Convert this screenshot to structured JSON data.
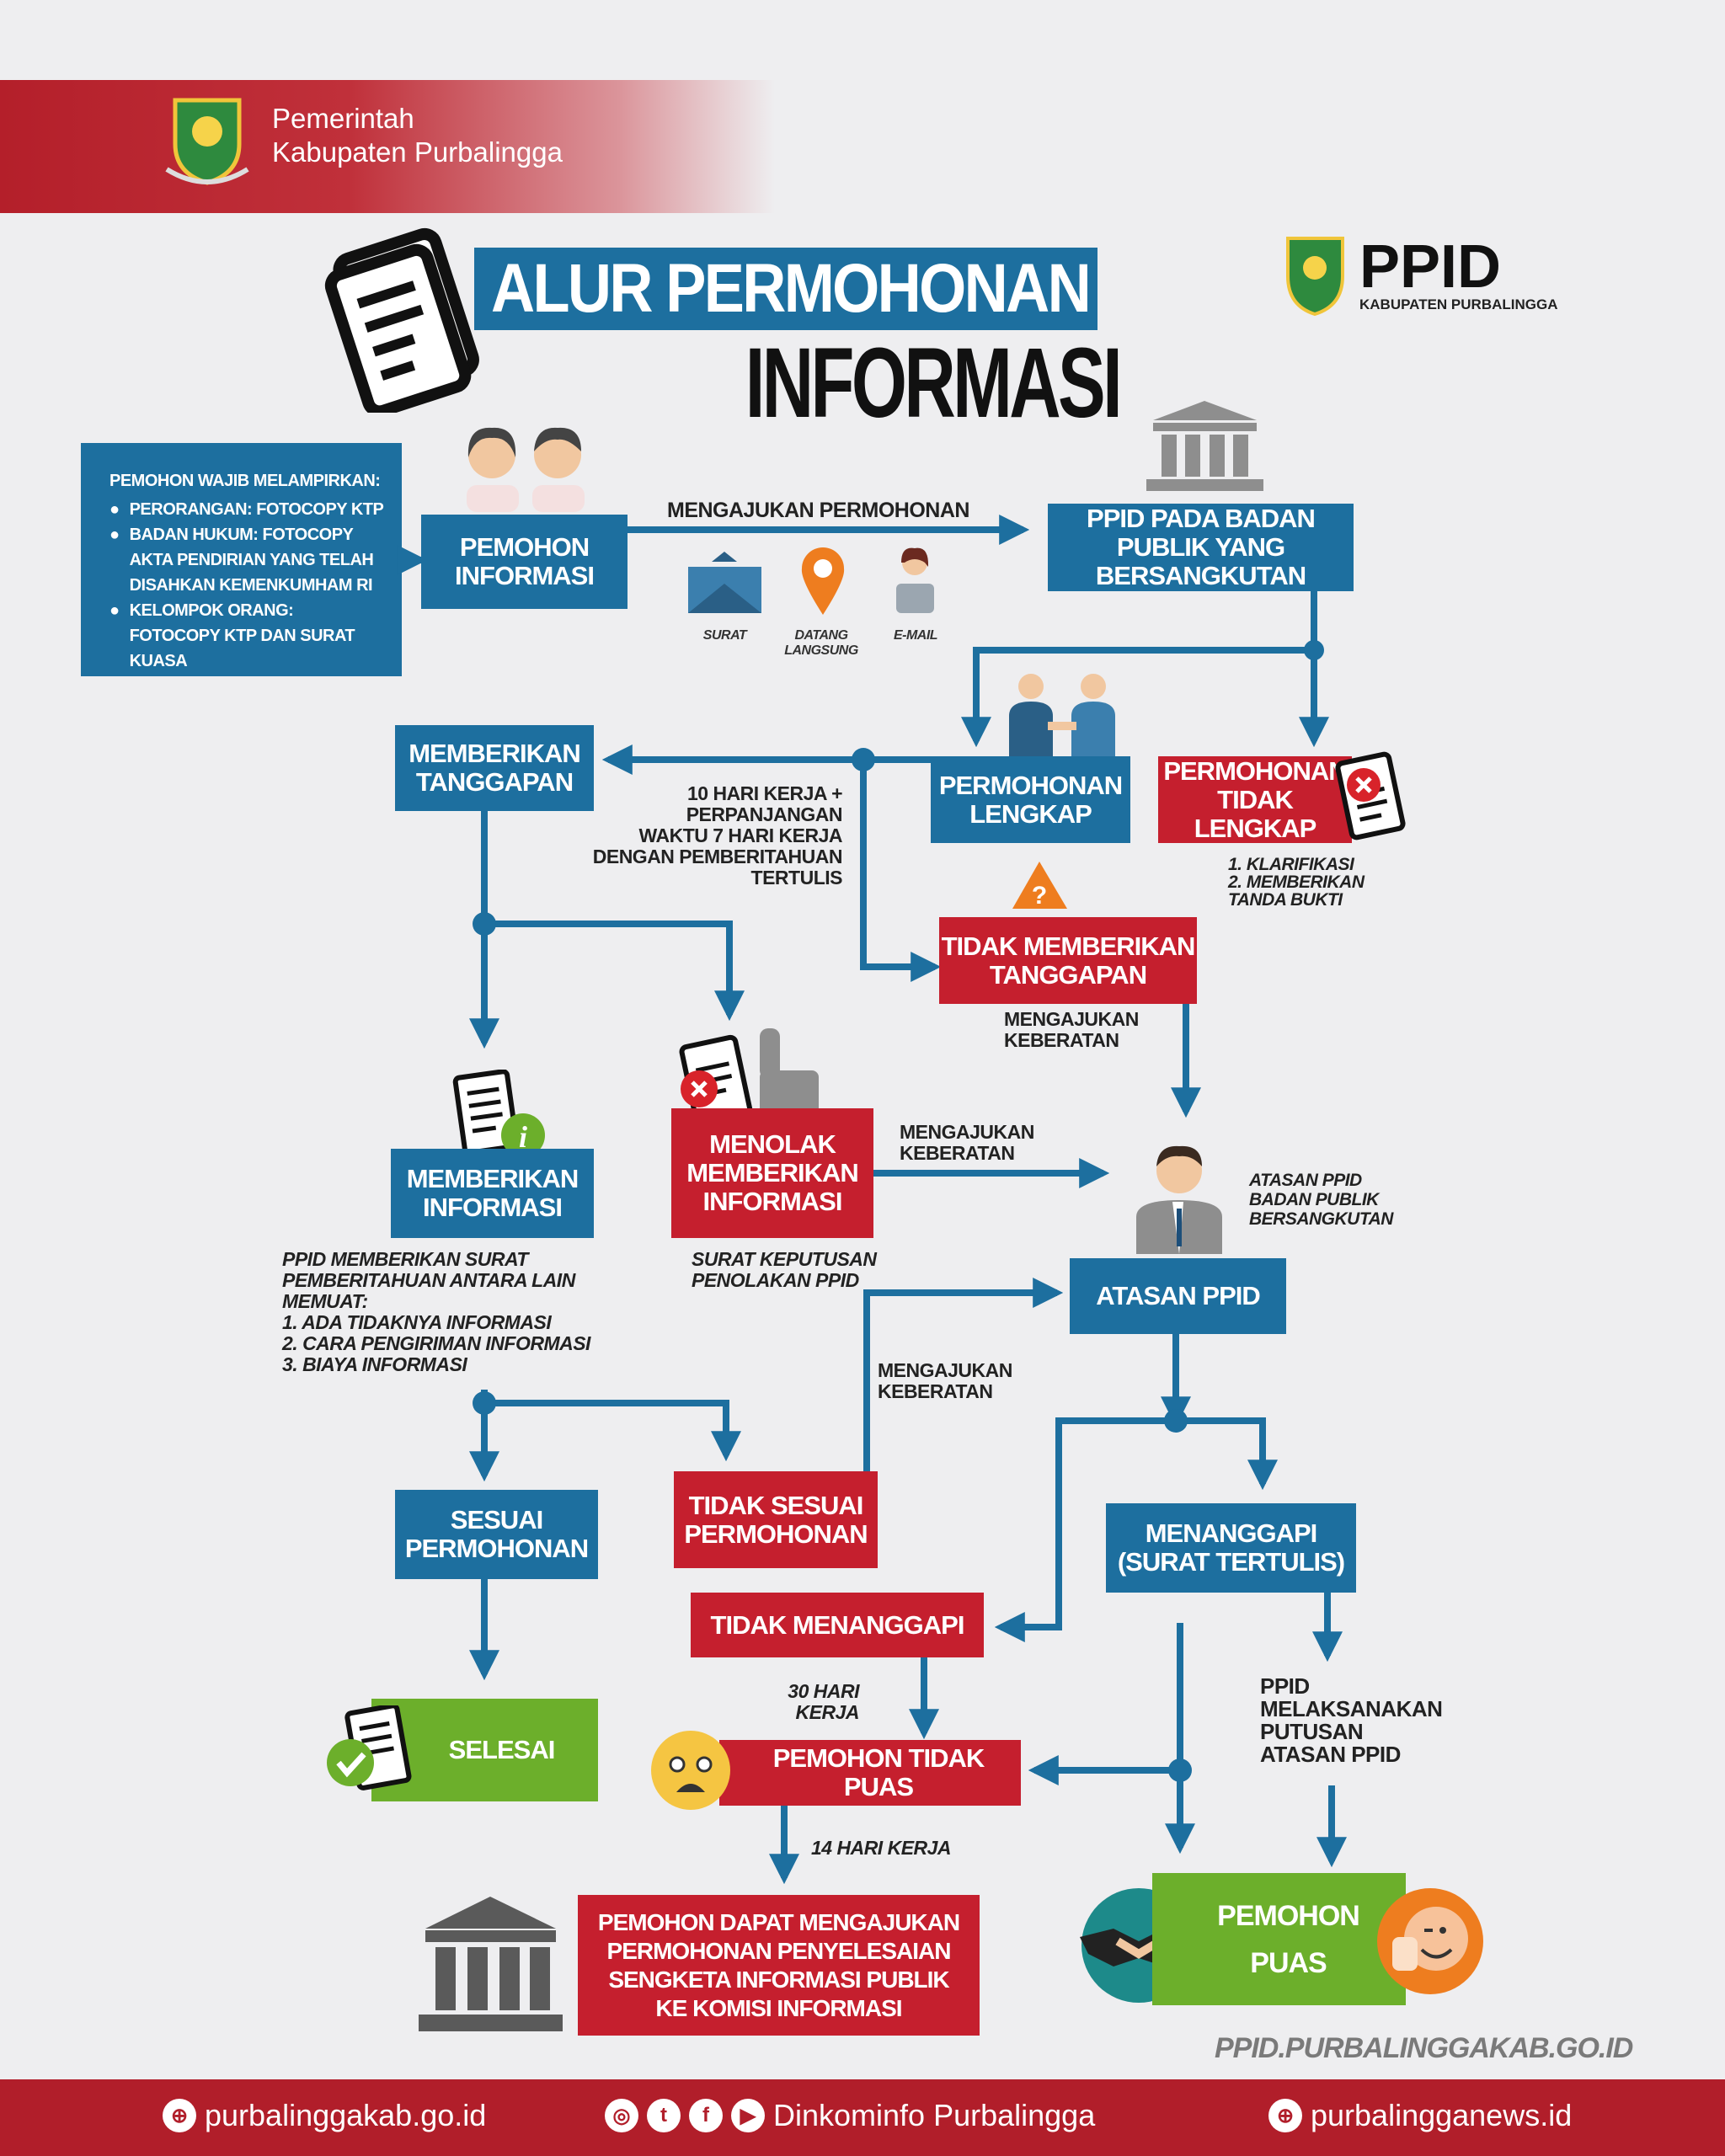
{
  "header": {
    "line1": "Pemerintah",
    "line2": "Kabupaten Purbalingga"
  },
  "title": {
    "line1": "ALUR PERMOHONAN",
    "line2": "INFORMASI"
  },
  "ppid_logo": {
    "name": "PPID",
    "sub": "KABUPATEN PURBALINGGA"
  },
  "requirements": {
    "heading": "PEMOHON WAJIB MELAMPIRKAN:",
    "items": [
      "PERORANGAN: FOTOCOPY KTP",
      "BADAN HUKUM: FOTOCOPY AKTA PENDIRIAN YANG TELAH DISAHKAN KEMENKUMHAM RI",
      "KELOMPOK ORANG: FOTOCOPY KTP DAN SURAT KUASA"
    ]
  },
  "nodes": {
    "pemohon_informasi": "PEMOHON\nINFORMASI",
    "ppid_badan_publik": "PPID PADA BADAN\nPUBLIK YANG BERSANGKUTAN",
    "memberikan_tanggapan": "MEMBERIKAN\nTANGGAPAN",
    "permohonan_lengkap": "PERMOHONAN\nLENGKAP",
    "permohonan_tidak_lengkap": "PERMOHONAN\nTIDAK LENGKAP",
    "tidak_memberikan_tanggapan": "TIDAK MEMBERIKAN\nTANGGAPAN",
    "memberikan_informasi": "MEMBERIKAN\nINFORMASI",
    "menolak_memberikan_informasi": "MENOLAK\nMEMBERIKAN\nINFORMASI",
    "atasan_ppid": "ATASAN PPID",
    "sesuai_permohonan": "SESUAI\nPERMOHONAN",
    "tidak_sesuai_permohonan": "TIDAK SESUAI\nPERMOHONAN",
    "menanggapi": "MENANGGAPI\n(SURAT TERTULIS)",
    "tidak_menanggapi": "TIDAK MENANGGAPI",
    "pemohon_tidak_puas": "PEMOHON TIDAK PUAS",
    "selesai": "SELESAI",
    "komisi_informasi": "PEMOHON DAPAT MENGAJUKAN\nPERMOHONAN PENYELESAIAN\nSENGKETA INFORMASI PUBLIK\nKE KOMISI INFORMASI",
    "pemohon_puas": "PEMOHON\nPUAS"
  },
  "labels": {
    "mengajukan_permohonan": "MENGAJUKAN PERMOHONAN",
    "surat": "SURAT",
    "datang_langsung": "DATANG\nLANGSUNG",
    "email": "E-MAIL",
    "sepuluh_hari": "10 HARI KERJA +\nPERPANJANGAN\nWAKTU 7 HARI KERJA\nDENGAN PEMBERITAHUAN\nTERTULIS",
    "klarifikasi": "1. KLARIFIKASI\n2. MEMBERIKAN\n    TANDA BUKTI",
    "keberatan1": "MENGAJUKAN\nKEBERATAN",
    "keberatan2": "MENGAJUKAN\nKEBERATAN",
    "keberatan3": "MENGAJUKAN\nKEBERATAN",
    "atasan_desc": "ATASAN PPID\nBADAN PUBLIK\nBERSANGKUTAN",
    "surat_pemberitahuan": "PPID MEMBERIKAN SURAT\nPEMBERITAHUAN ANTARA LAIN\nMEMUAT:\n1. ADA TIDAKNYA INFORMASI\n2. CARA PENGIRIMAN INFORMASI\n3. BIAYA INFORMASI",
    "surat_keputusan": "SURAT KEPUTUSAN\nPENOLAKAN PPID",
    "tiga_puluh_hari": "30 HARI\nKERJA",
    "empat_belas_hari": "14 HARI KERJA",
    "ppid_melaksanakan": "PPID\nMELAKSANAKAN\nPUTUSAN\nATASAN PPID",
    "website": "PPID.PURBALINGGAKAB.GO.ID"
  },
  "footer": {
    "site1": "purbalinggakab.go.id",
    "social": "Dinkominfo Purbalingga",
    "site2": "purbalingganews.id"
  }
}
